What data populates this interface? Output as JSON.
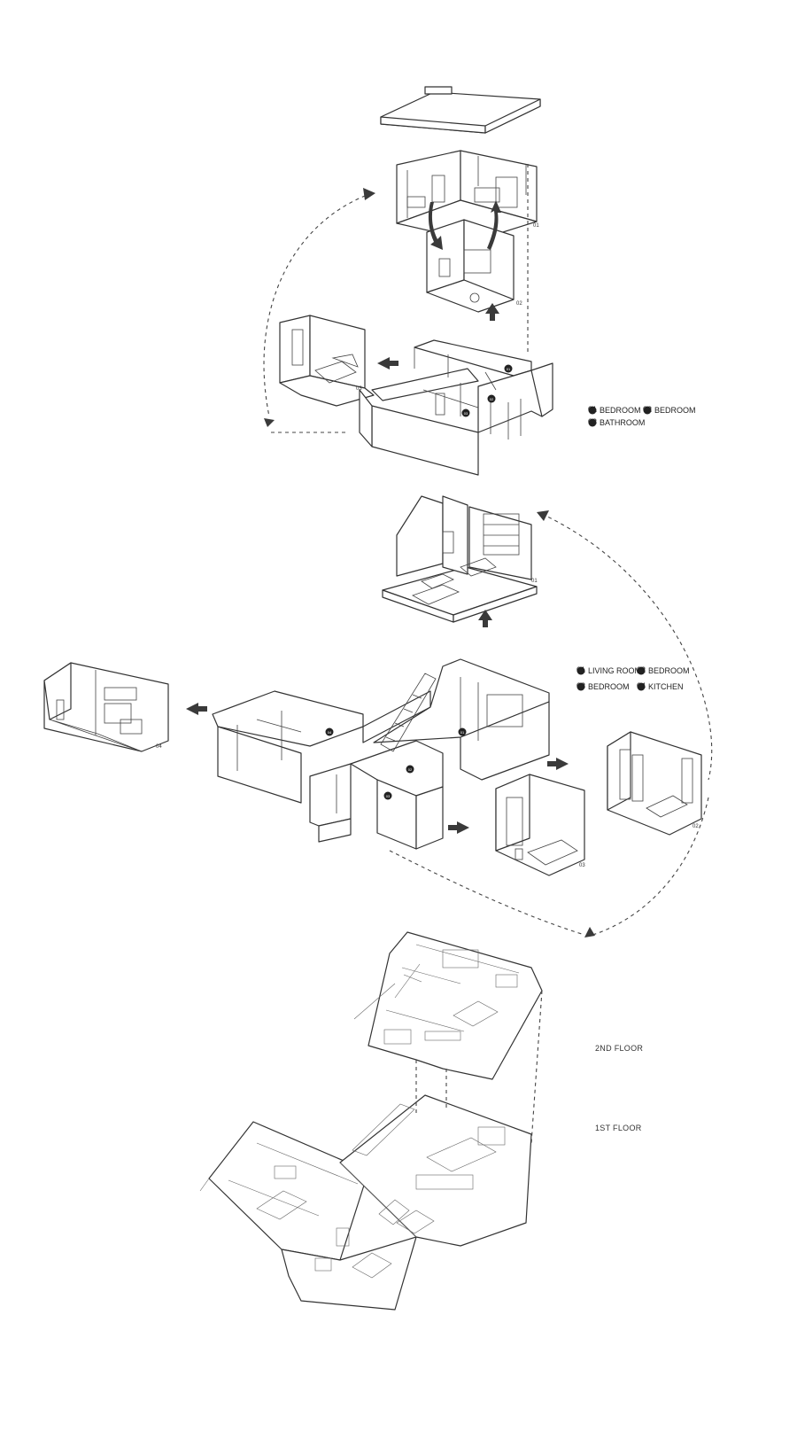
{
  "upper_group": {
    "legend": [
      {
        "num": "01",
        "label": "BEDROOM"
      },
      {
        "num": "02",
        "label": "BEDROOM"
      },
      {
        "num": "03",
        "label": "BATHROOM"
      }
    ],
    "tags": [
      "01",
      "02",
      "03"
    ],
    "markers": [
      "01",
      "02",
      "03"
    ]
  },
  "lower_group": {
    "legend": [
      {
        "num": "01",
        "label": "LIVING ROOM"
      },
      {
        "num": "02",
        "label": "BEDROOM"
      },
      {
        "num": "03",
        "label": "BEDROOM"
      },
      {
        "num": "04",
        "label": "KITCHEN"
      }
    ],
    "tags": [
      "01",
      "02",
      "03",
      "04"
    ],
    "markers": [
      "01",
      "02",
      "03",
      "04"
    ]
  },
  "floors": {
    "second": "2ND FLOOR",
    "first": "1ST  FLOOR"
  }
}
